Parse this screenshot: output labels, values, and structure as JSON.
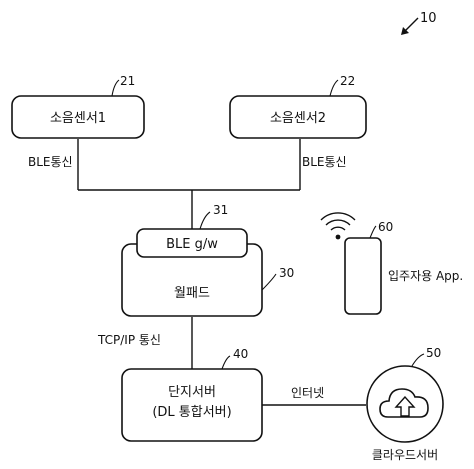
{
  "figure_ref": "10",
  "nodes": {
    "sensor1": {
      "label": "소음센서1",
      "ref": "21"
    },
    "sensor2": {
      "label": "소음센서2",
      "ref": "22"
    },
    "gateway": {
      "label": "BLE g/w",
      "ref": "31"
    },
    "wallpad": {
      "label": "월패드",
      "ref": "30"
    },
    "phone_app": {
      "label": "입주자용 App.",
      "ref": "60"
    },
    "complex_server": {
      "label_line1": "단지서버",
      "label_line2": "(DL 통합서버)",
      "ref": "40"
    },
    "cloud_server": {
      "label": "클라우드서버",
      "ref": "50"
    }
  },
  "edges": {
    "ble_left": "BLE통신",
    "ble_right": "BLE통신",
    "tcpip": "TCP/IP 통신",
    "internet": "인터넷"
  },
  "icons": {
    "wifi": "wifi-signal-icon",
    "upload": "cloud-upload-icon",
    "arrow": "reference-arrow-icon"
  }
}
